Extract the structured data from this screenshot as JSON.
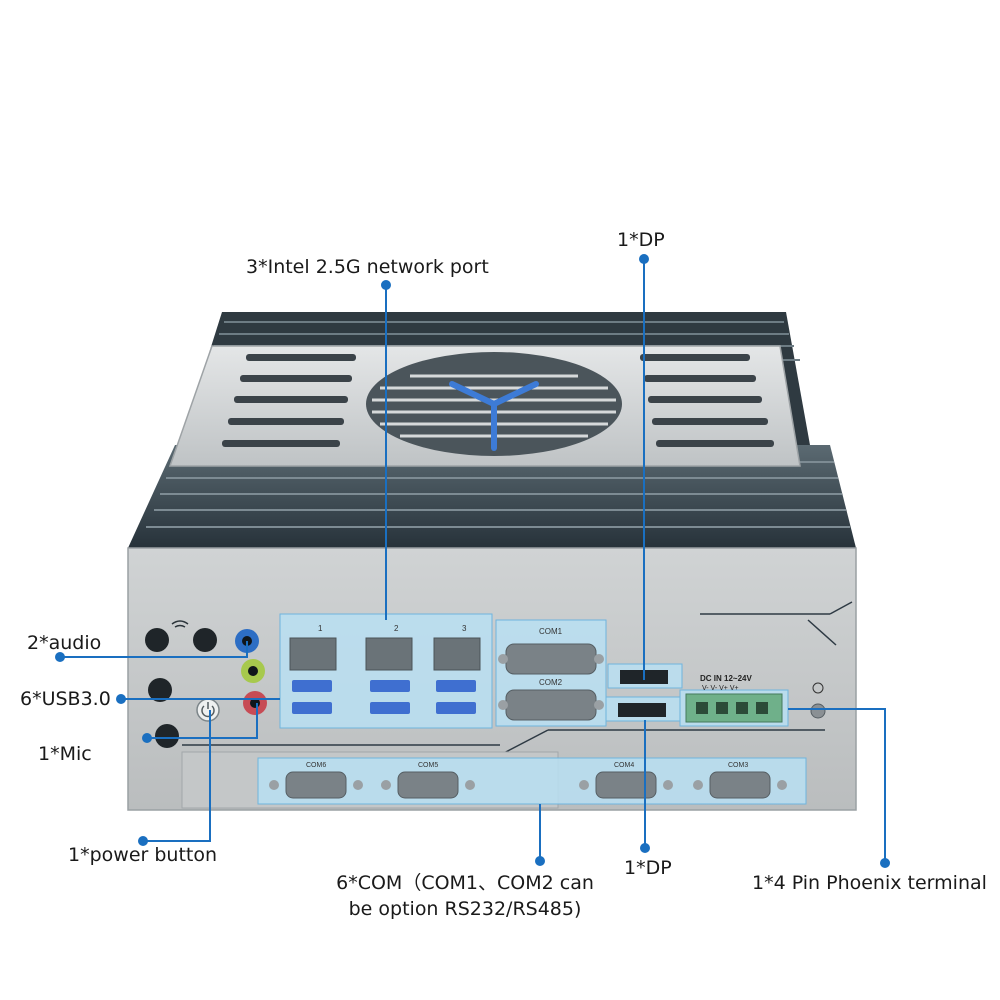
{
  "colors": {
    "callout_line": "#1a6fc0",
    "port_highlight": "#b9dff2",
    "chassis_light": "#c9cccd",
    "chassis_dark": "#3d4a52",
    "led_accent": "#3d7bd6"
  },
  "callouts": {
    "network": "3*Intel 2.5G network port",
    "dp_top": "1*DP",
    "audio": "2*audio",
    "usb": "6*USB3.0",
    "mic": "1*Mic",
    "power": "1*power button",
    "com_line1": "6*COM（COM1、COM2 can",
    "com_line2": "be option RS232/RS485)",
    "dp_bottom": "1*DP",
    "phoenix": "1*4 Pin Phoenix terminal"
  },
  "panel_labels": {
    "com1": "COM1",
    "com2": "COM2",
    "com3": "COM3",
    "com4": "COM4",
    "com5": "COM5",
    "com6": "COM6",
    "dc_in": "DC IN 12~24V",
    "dc_pins": "V-  V-  V+  V+",
    "lan1": "1",
    "lan2": "2",
    "lan3": "3"
  }
}
